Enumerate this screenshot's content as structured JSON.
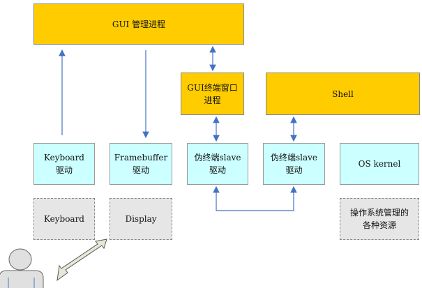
{
  "gui_manager": {
    "label": "GUI 管理进程"
  },
  "gui_terminal": {
    "label": "GUI终端窗口\n进程"
  },
  "shell": {
    "label": "Shell"
  },
  "keyboard_driver": {
    "label": "Keyboard\n驱动"
  },
  "framebuffer_driver": {
    "label": "Framebuffer\n驱动"
  },
  "pty_slave_1": {
    "label": "伪终端slave\n驱动"
  },
  "pty_slave_2": {
    "label": "伪终端slave\n驱动"
  },
  "os_kernel": {
    "label": "OS kernel"
  },
  "keyboard_hw": {
    "label": "Keyboard"
  },
  "display_hw": {
    "label": "Display"
  },
  "os_resources": {
    "label": "操作系统管理的\n各种资源"
  },
  "colors": {
    "process_fill": "#ffcc00",
    "driver_fill": "#ccffff",
    "hardware_fill": "#e6e6e6",
    "arrow": "#4472c4"
  },
  "icons": {
    "user": "person-icon",
    "interaction": "double-arrow-icon"
  }
}
